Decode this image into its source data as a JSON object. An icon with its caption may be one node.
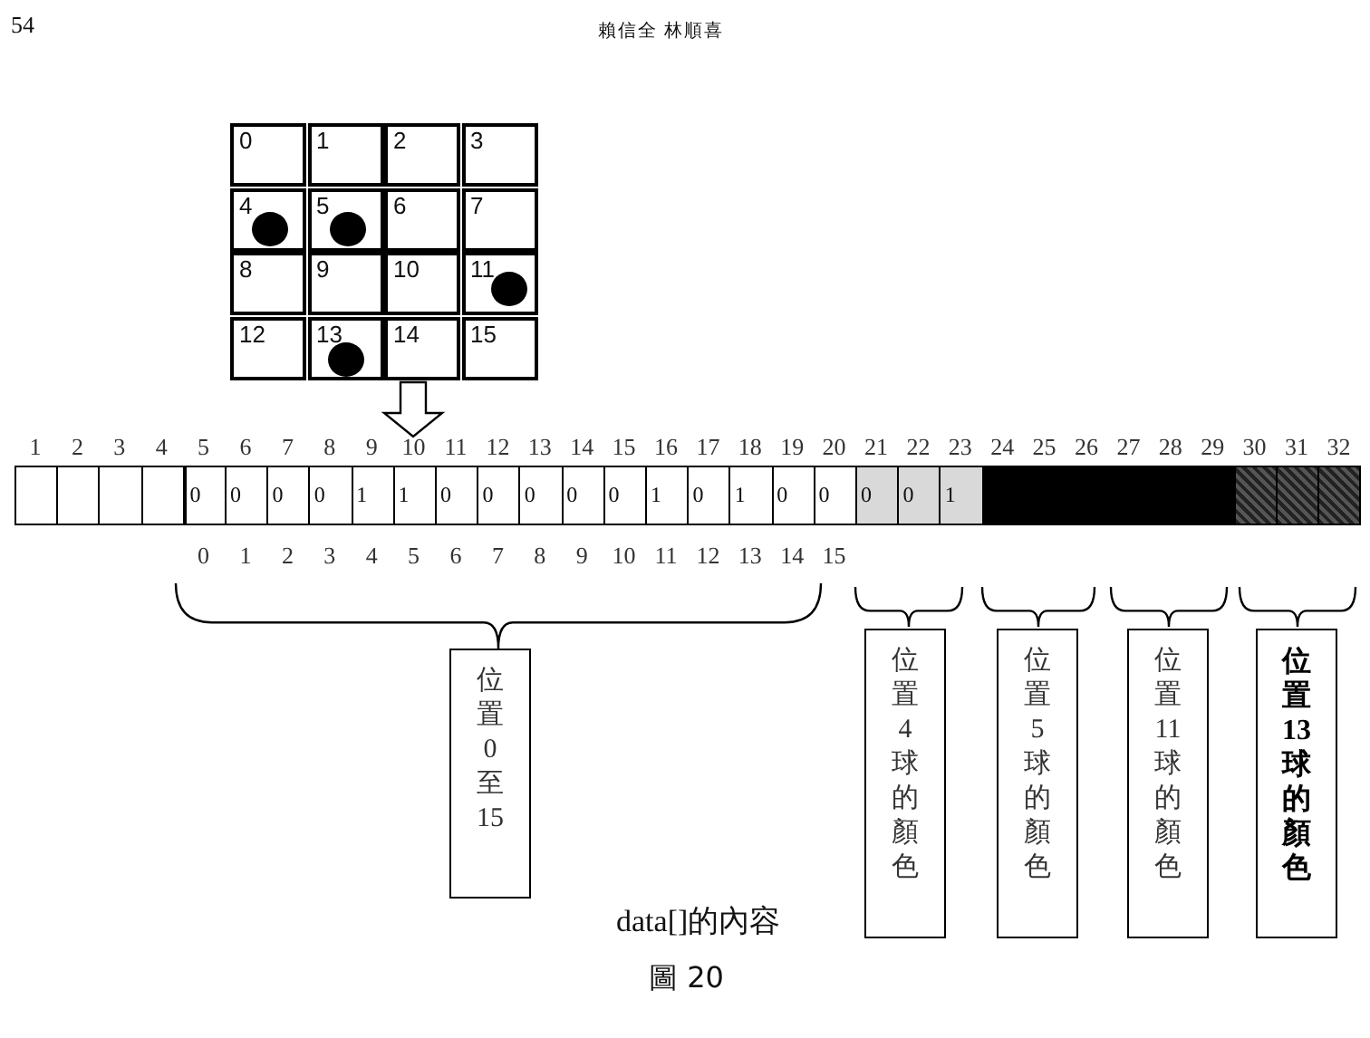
{
  "diagram": {
    "caption": "圖 20",
    "nodes": [
      {
        "text": [
          "位置0至15"
        ]
      },
      {
        "text": [
          "位置4球的顏色"
        ]
      },
      {
        "text": [
          "位置5球的顏色"
        ]
      },
      {
        "text": [
          "位置11球的顏色"
        ]
      },
      {
        "text": [
          "位置13球的顏色"
        ]
      }
    ],
    "edges": [],
    "labels": [
      "54",
      "賴信全 林順喜",
      "0",
      "1",
      "2",
      "3",
      "4",
      "5",
      "6",
      "7",
      "8",
      "9",
      "10",
      "11",
      "12",
      "13",
      "14",
      "15",
      "1",
      "2",
      "3",
      "4",
      "5",
      "6",
      "7",
      "8",
      "9",
      "10",
      "11",
      "12",
      "13",
      "14",
      "15",
      "16",
      "17",
      "18",
      "19",
      "20",
      "21",
      "22",
      "23",
      "24",
      "25",
      "26",
      "27",
      "28",
      "29",
      "30",
      "31",
      "32",
      "0",
      "0",
      "0",
      "0",
      "1",
      "1",
      "0",
      "0",
      "0",
      "0",
      "0",
      "1",
      "0",
      "1",
      "0",
      "0",
      "0",
      "0",
      "1",
      "0",
      "1",
      "2",
      "3",
      "4",
      "5",
      "6",
      "7",
      "8",
      "9",
      "10",
      "11",
      "12",
      "13",
      "14",
      "15",
      "data[]的內容"
    ]
  }
}
